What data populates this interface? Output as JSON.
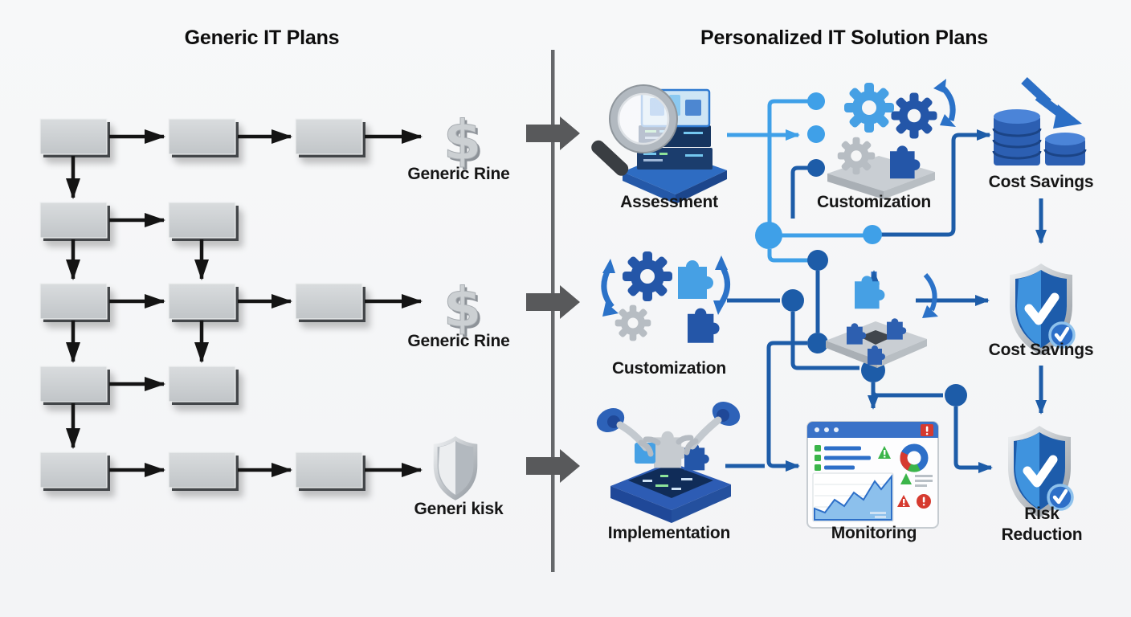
{
  "titles": {
    "left": "Generic IT Plans",
    "right": "Personalized IT Solution Plans"
  },
  "glyphs": {
    "dollar": "$"
  },
  "left_panel": {
    "flowchart_rows_of_boxes": [
      3,
      2,
      3,
      2,
      3
    ],
    "outcomes": [
      {
        "icon": "dollar-icon",
        "label": "Generic Rine"
      },
      {
        "icon": "dollar-icon",
        "label": "Generic Rine"
      },
      {
        "icon": "shield-icon",
        "label": "Generi kisk"
      }
    ]
  },
  "right_panel": {
    "steps": [
      {
        "icon": "magnifier-server-icon",
        "label": "Assessment"
      },
      {
        "icon": "gears-puzzle-icon",
        "label": "Customization"
      },
      {
        "icon": "coins-down-arrow-icon",
        "label": "Cost Savings"
      },
      {
        "icon": "gears-puzzle-icon",
        "label": "Customization"
      },
      {
        "icon": "shield-check-icon",
        "label": "Cost Savings"
      },
      {
        "icon": "robot-arms-icon",
        "label": "Implementation"
      },
      {
        "icon": "dashboard-icon",
        "label": "Monitoring"
      },
      {
        "icon": "shield-check-badge-icon",
        "label": "Risk Reduction",
        "lines": [
          "Risk",
          "Reduction"
        ]
      }
    ]
  },
  "colors": {
    "light_blue": "#3FA0E8",
    "dark_blue": "#1D5CA8",
    "mid_blue": "#2B6FC6",
    "gray_arrow": "#58595B",
    "box_gray": "#C9CDD0",
    "background": "#F5F6F7",
    "alert_red": "#D63A2F",
    "ok_green": "#3BB54A"
  }
}
